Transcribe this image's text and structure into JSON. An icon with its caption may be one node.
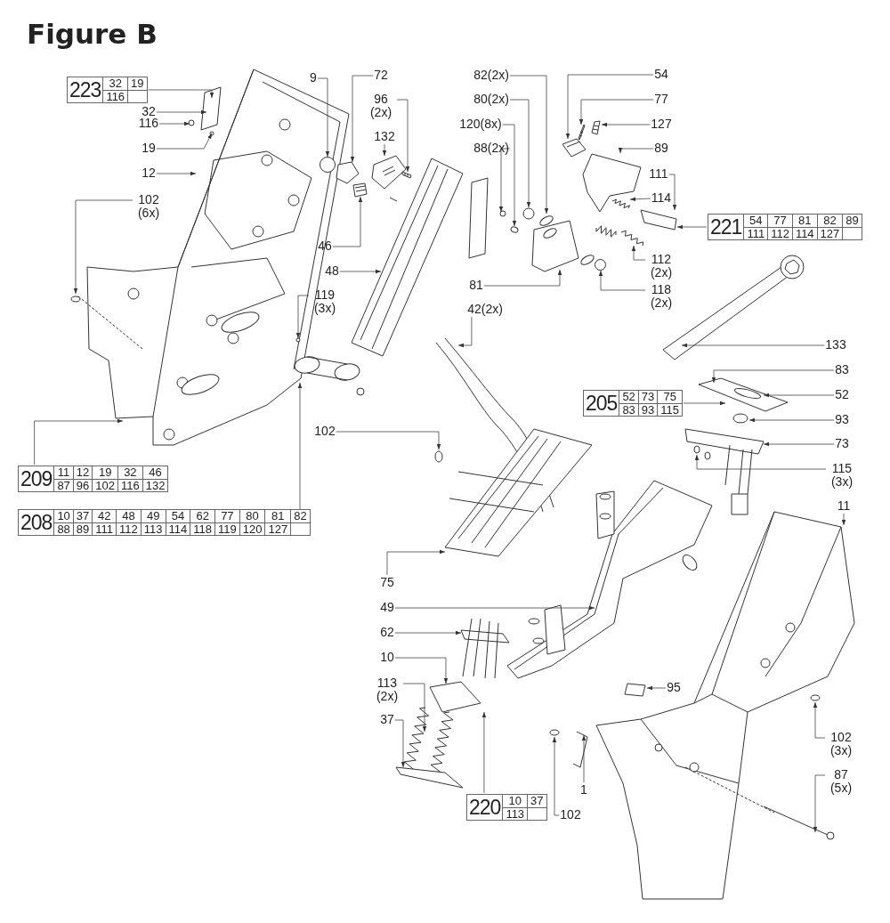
{
  "diagram": {
    "title": "Figure B",
    "nodes": [
      {
        "text": [
          "223",
          "32",
          "19",
          "116"
        ]
      },
      {
        "text": [
          "32"
        ]
      },
      {
        "text": [
          "116"
        ]
      },
      {
        "text": [
          "19"
        ]
      },
      {
        "text": [
          "12"
        ]
      },
      {
        "text": [
          "102 (6x)"
        ]
      },
      {
        "text": [
          "9"
        ]
      },
      {
        "text": [
          "72"
        ]
      },
      {
        "text": [
          "96 (2x)"
        ]
      },
      {
        "text": [
          "132"
        ]
      },
      {
        "text": [
          "46"
        ]
      },
      {
        "text": [
          "48"
        ]
      },
      {
        "text": [
          "119 (3x)"
        ]
      },
      {
        "text": [
          "82(2x)"
        ]
      },
      {
        "text": [
          "80(2x)"
        ]
      },
      {
        "text": [
          "120(8x)"
        ]
      },
      {
        "text": [
          "88(2x)"
        ]
      },
      {
        "text": [
          "81"
        ]
      },
      {
        "text": [
          "42(2x)"
        ]
      },
      {
        "text": [
          "54"
        ]
      },
      {
        "text": [
          "77"
        ]
      },
      {
        "text": [
          "127"
        ]
      },
      {
        "text": [
          "89"
        ]
      },
      {
        "text": [
          "111"
        ]
      },
      {
        "text": [
          "114"
        ]
      },
      {
        "text": [
          "221",
          "54",
          "77",
          "81",
          "82",
          "89",
          "111",
          "112",
          "114",
          "127"
        ]
      },
      {
        "text": [
          "112 (2x)"
        ]
      },
      {
        "text": [
          "118 (2x)"
        ]
      },
      {
        "text": [
          "133"
        ]
      },
      {
        "text": [
          "83"
        ]
      },
      {
        "text": [
          "52"
        ]
      },
      {
        "text": [
          "205",
          "52",
          "73",
          "75",
          "83",
          "93",
          "115"
        ]
      },
      {
        "text": [
          "93"
        ]
      },
      {
        "text": [
          "73"
        ]
      },
      {
        "text": [
          "115 (3x)"
        ]
      },
      {
        "text": [
          "11"
        ]
      },
      {
        "text": [
          "209",
          "11",
          "12",
          "19",
          "32",
          "46",
          "87",
          "96",
          "102",
          "116",
          "132"
        ]
      },
      {
        "text": [
          "208",
          "10",
          "37",
          "42",
          "48",
          "49",
          "54",
          "62",
          "77",
          "80",
          "81",
          "82",
          "88",
          "89",
          "111",
          "112",
          "113",
          "114",
          "118",
          "119",
          "120",
          "127"
        ]
      },
      {
        "text": [
          "102"
        ]
      },
      {
        "text": [
          "75"
        ]
      },
      {
        "text": [
          "49"
        ]
      },
      {
        "text": [
          "62"
        ]
      },
      {
        "text": [
          "10"
        ]
      },
      {
        "text": [
          "113 (2x)"
        ]
      },
      {
        "text": [
          "37"
        ]
      },
      {
        "text": [
          "220",
          "10",
          "37",
          "113"
        ]
      },
      {
        "text": [
          "1"
        ]
      },
      {
        "text": [
          "102"
        ]
      },
      {
        "text": [
          "95"
        ]
      },
      {
        "text": [
          "102 (3x)"
        ]
      },
      {
        "text": [
          "87 (5x)"
        ]
      },
      {
        "text": [],
        "shape": "picture"
      },
      {
        "text": [],
        "shape": "picture"
      },
      {
        "text": [],
        "shape": "picture"
      },
      {
        "text": [],
        "shape": "circle"
      },
      {
        "text": [],
        "shape": "circle"
      },
      {
        "text": [],
        "shape": "picture"
      },
      {
        "text": [],
        "shape": "picture"
      },
      {
        "text": [],
        "shape": "picture"
      },
      {
        "text": [],
        "shape": "picture"
      },
      {
        "text": [],
        "shape": "picture"
      },
      {
        "text": [],
        "shape": "picture"
      },
      {
        "text": [],
        "shape": "picture"
      },
      {
        "text": [],
        "shape": "picture"
      }
    ],
    "edges": [
      {
        "from": 0,
        "to": null,
        "arrow": "to"
      },
      {
        "from": 1,
        "to": null,
        "arrow": "to"
      },
      {
        "from": 2,
        "to": null,
        "arrow": "to"
      },
      {
        "from": 3,
        "to": null,
        "arrow": "to"
      },
      {
        "from": 4,
        "to": null,
        "arrow": "to"
      },
      {
        "from": 5,
        "to": null,
        "arrow": "to"
      },
      {
        "from": 6,
        "to": 54,
        "arrow": "to"
      },
      {
        "from": 7,
        "to": 51,
        "arrow": "to"
      },
      {
        "from": 8,
        "to": 60,
        "arrow": "to"
      },
      {
        "from": 9,
        "to": 59,
        "arrow": "to"
      },
      {
        "from": 10,
        "to": 56,
        "arrow": "to"
      },
      {
        "from": 11,
        "to": null,
        "arrow": "to"
      },
      {
        "from": 12,
        "to": null,
        "arrow": "to"
      },
      {
        "from": 13,
        "to": null,
        "arrow": "to"
      },
      {
        "from": 14,
        "to": null,
        "arrow": "to"
      },
      {
        "from": 15,
        "to": null,
        "arrow": "to"
      },
      {
        "from": 16,
        "to": null,
        "arrow": "to"
      },
      {
        "from": 17,
        "to": null,
        "arrow": "to"
      },
      {
        "from": 18,
        "to": null,
        "arrow": "to"
      },
      {
        "from": 19,
        "to": 62,
        "arrow": "to"
      },
      {
        "from": 20,
        "to": 61,
        "arrow": "to"
      },
      {
        "from": 21,
        "to": 57,
        "arrow": "to"
      },
      {
        "from": 22,
        "to": 52,
        "arrow": "to"
      },
      {
        "from": 23,
        "to": 53,
        "arrow": "to"
      },
      {
        "from": 24,
        "to": 58,
        "arrow": "to"
      },
      {
        "from": 25,
        "to": 53,
        "arrow": "to"
      },
      {
        "from": 26,
        "to": 63,
        "arrow": "to"
      },
      {
        "from": 27,
        "to": 55,
        "arrow": "to"
      },
      {
        "from": 28,
        "to": null,
        "arrow": "to"
      },
      {
        "from": 29,
        "to": null,
        "arrow": "to"
      },
      {
        "from": 30,
        "to": null,
        "arrow": "to"
      },
      {
        "from": 31,
        "to": null,
        "arrow": "to"
      },
      {
        "from": 32,
        "to": null,
        "arrow": "to"
      },
      {
        "from": 33,
        "to": null,
        "arrow": "to"
      },
      {
        "from": 34,
        "to": null,
        "arrow": "to"
      },
      {
        "from": 35,
        "to": null,
        "arrow": "to"
      },
      {
        "from": 36,
        "to": null,
        "arrow": "to"
      },
      {
        "from": 37,
        "to": null,
        "arrow": "to"
      },
      {
        "from": 38,
        "to": null,
        "arrow": "to"
      },
      {
        "from": 39,
        "to": null,
        "arrow": "to"
      },
      {
        "from": 40,
        "to": null,
        "arrow": "to"
      },
      {
        "from": 41,
        "to": null,
        "arrow": "to"
      },
      {
        "from": 42,
        "to": null,
        "arrow": "to"
      },
      {
        "from": 43,
        "to": null,
        "arrow": "to"
      },
      {
        "from": 44,
        "to": null,
        "arrow": "to"
      },
      {
        "from": 45,
        "to": null,
        "arrow": "to"
      },
      {
        "from": 46,
        "to": null,
        "arrow": "to"
      },
      {
        "from": 47,
        "to": null,
        "arrow": "to"
      },
      {
        "from": 48,
        "to": null,
        "arrow": "to"
      },
      {
        "from": 49,
        "to": null,
        "arrow": "to"
      },
      {
        "from": 50,
        "to": null,
        "arrow": "to"
      }
    ]
  }
}
